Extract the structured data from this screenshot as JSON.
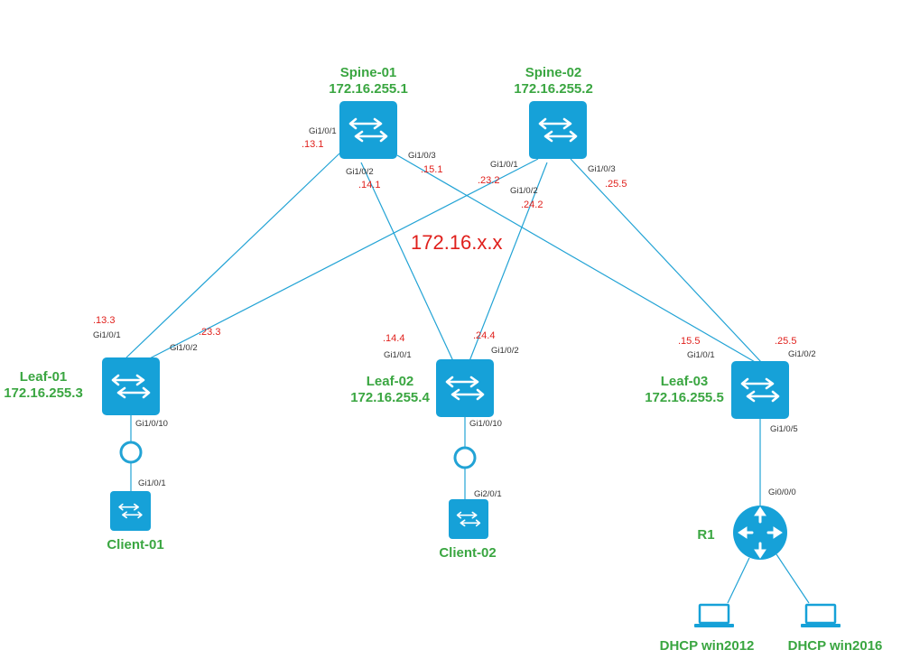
{
  "colors": {
    "device": "#16a1d8",
    "link": "#22a3d5",
    "name_text": "#3aa641",
    "ip_text": "#e0201c",
    "port_text": "#333333"
  },
  "network_label": "172.16.x.x",
  "devices": {
    "spine01": {
      "name": "Spine-01",
      "ip": "172.16.255.1",
      "icon": "switch-icon"
    },
    "spine02": {
      "name": "Spine-02",
      "ip": "172.16.255.2",
      "icon": "switch-icon"
    },
    "leaf01": {
      "name": "Leaf-01",
      "ip": "172.16.255.3",
      "icon": "switch-icon"
    },
    "leaf02": {
      "name": "Leaf-02",
      "ip": "172.16.255.4",
      "icon": "switch-icon"
    },
    "leaf03": {
      "name": "Leaf-03",
      "ip": "172.16.255.5",
      "icon": "switch-icon"
    },
    "client01": {
      "name": "Client-01",
      "icon": "switch-icon"
    },
    "client02": {
      "name": "Client-02",
      "icon": "switch-icon"
    },
    "r1": {
      "name": "R1",
      "icon": "router-icon"
    },
    "dhcp2012": {
      "name": "DHCP win2012",
      "icon": "laptop-icon"
    },
    "dhcp2016": {
      "name": "DHCP win2016",
      "icon": "laptop-icon"
    }
  },
  "ports": {
    "s1_p1": "Gi1/0/1",
    "s1_p2": "Gi1/0/2",
    "s1_p3": "Gi1/0/3",
    "s2_p1": "Gi1/0/1",
    "s2_p2": "Gi1/0/2",
    "s2_p3": "Gi1/0/3",
    "l1_p1": "Gi1/0/1",
    "l1_p2": "Gi1/0/2",
    "l1_p10": "Gi1/0/10",
    "c1_p1": "Gi1/0/1",
    "l2_p1": "Gi1/0/1",
    "l2_p2": "Gi1/0/2",
    "l2_p10": "Gi1/0/10",
    "c2_p1": "Gi2/0/1",
    "l3_p1": "Gi1/0/1",
    "l3_p2": "Gi1/0/2",
    "l3_p5": "Gi1/0/5",
    "r1_p0": "Gi0/0/0"
  },
  "ips": {
    "s1_13": ".13.1",
    "s1_14": ".14.1",
    "s1_15": ".15.1",
    "s2_23": ".23.2",
    "s2_24": ".24.2",
    "s2_25": ".25.5",
    "l1_13": ".13.3",
    "l1_23": ".23.3",
    "l2_14": ".14.4",
    "l2_24": ".24.4",
    "l3_15": ".15.5",
    "l3_25": ".25.5"
  }
}
